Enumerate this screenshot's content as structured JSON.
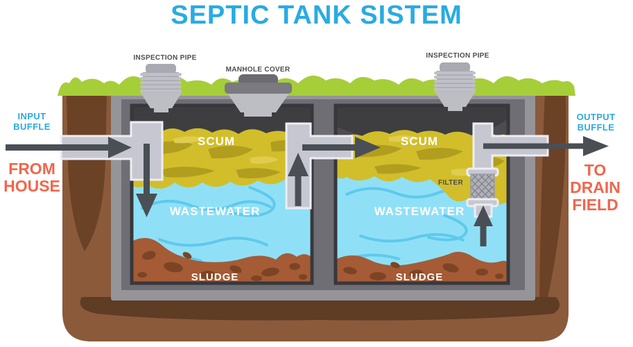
{
  "title": "SEPTIC TANK SISTEM",
  "labels": {
    "inspection_pipe_left": "INSPECTION PIPE",
    "manhole_cover": "MANHOLE COVER",
    "inspection_pipe_right": "INSPECTION PIPE",
    "input_buffle": "INPUT BUFFLE",
    "output_buffle": "OUTPUT BUFFLE",
    "from_house": "FROM HOUSE",
    "to_drain_field": "TO DRAIN FIELD",
    "filter": "FILTER"
  },
  "tank1": {
    "scum": "SCUM",
    "wastewater": "WASTEWATER",
    "sludge": "SLUDGE"
  },
  "tank2": {
    "scum": "SCUM",
    "wastewater": "WASTEWATER",
    "sludge": "SLUDGE"
  },
  "colors": {
    "title_blue": "#29ABE2",
    "callout_orange": "#F2654C",
    "label_gray": "#4D4D4D",
    "grass_green": "#A6CE39",
    "soil_brown": "#8A5A3B",
    "soil_dark": "#6B4226",
    "band_dark": "#5F3C24",
    "scum_yellow": "#D2BE2B",
    "scum_dark": "#B19E1F",
    "scum_light": "#E0CD4F",
    "water_blue": "#8FE0F7",
    "water_swirl": "#5FC9EC",
    "sludge_brown": "#A55B35",
    "sludge_spot": "#7C4425",
    "casing_gray": "#949499",
    "wall_gray": "#6E6E74",
    "chamber_gray": "#4D4D51",
    "chamber_shadow": "#3E3E41",
    "border_dark": "#38383C",
    "pipe_gray": "#C6C7D1",
    "pipe_edge": "#EDEDF3",
    "arrow_gray": "#4A4F55",
    "hardware_gray": "#A9A9B1",
    "hardware_light": "#C0C0C8",
    "manhole_dark": "#6B6B71",
    "manhole_mid": "#7A7A80",
    "funnel_gray": "#BDBDC4",
    "white": "#FFFFFF"
  }
}
